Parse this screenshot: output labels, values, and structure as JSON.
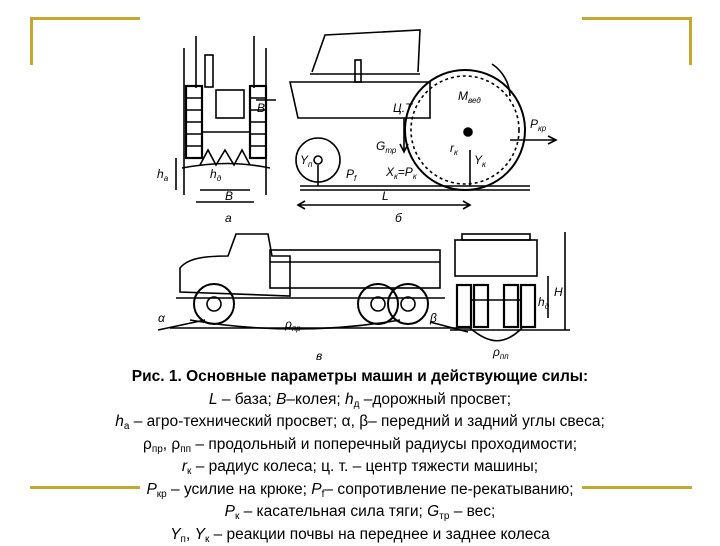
{
  "accent_color": "#c8a72e",
  "figure": {
    "panel_a": {
      "letter": "а",
      "ha": "h",
      "ha_sub": "a",
      "hd": "h",
      "hd_sub": "д",
      "B_top": "B",
      "B_bottom": "B"
    },
    "panel_b": {
      "letter": "б",
      "center": "Ц.Т",
      "mved": "M",
      "mved_sub": "вед",
      "pkr": "P",
      "pkr_sub": "кр",
      "gtr": "G",
      "gtr_sub": "тр",
      "rk": "r",
      "rk_sub": "к",
      "yp": "Y",
      "yp_sub": "п",
      "yk": "Y",
      "yk_sub": "к",
      "pf": "P",
      "pf_sub": "f",
      "xk": "X",
      "xk_sub": "к",
      "eq": "=P",
      "eq_sub": "к",
      "L": "L"
    },
    "panel_v": {
      "letter": "в",
      "alpha": "α",
      "beta": "β",
      "rho_pr": "ρ",
      "rho_pr_sub": "пр",
      "rho_pp": "ρ",
      "rho_pp_sub": "пп",
      "H": "H",
      "hd": "h",
      "hd_sub": "д"
    }
  },
  "caption": {
    "title": "Рис. 1. Основные параметры машин и действующие силы:",
    "line2": {
      "L": "L",
      "a": " – база; ",
      "B": "B",
      "b": "–колея; ",
      "h": "h",
      "hsub": "д",
      "c": " –дорожный просвет;"
    },
    "line3": {
      "h": "h",
      "hsub": "а",
      "a": " – агро-технический просвет; α, β– передний и задний углы свеса;"
    },
    "line4": {
      "p1": "ρ",
      "p1sub": "пр",
      "sep": ", ",
      "p2": "ρ",
      "p2sub": "пп",
      "a": " – продольный и поперечный радиусы проходимости;"
    },
    "line5": {
      "r": "r",
      "rsub": "к",
      "a": " – радиус колеса; ц. т. – центр тяжести машины;"
    },
    "line6": {
      "P": "P",
      "Psub": "кр",
      "a": " – усилие на крюке; ",
      "Pf": "P",
      "Pfsub": "f",
      "b": "– сопротивление пе-рекатыванию;"
    },
    "line7": {
      "P": "P",
      "Psub": "к",
      "a": " – касательная сила тяги; ",
      "G": "G",
      "Gsub": "тр",
      "b": " – вес;"
    },
    "line8": {
      "Y1": "Y",
      "Y1sub": "п",
      "sep": ", ",
      "Y2": "Y",
      "Y2sub": "к",
      "a": " – реакции  почвы  на  переднее  и  заднее  колеса"
    }
  }
}
